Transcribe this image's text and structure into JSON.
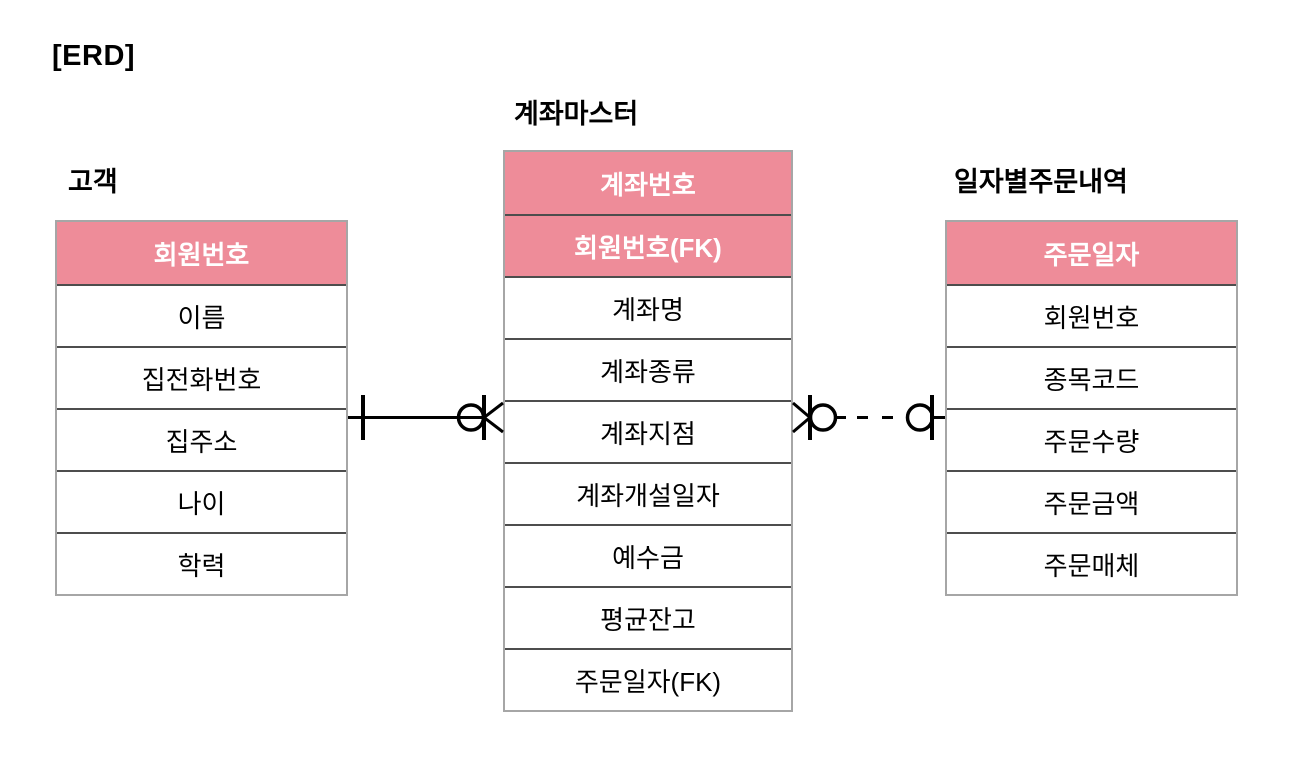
{
  "page": {
    "heading": "[ERD]"
  },
  "colors": {
    "header_pink": "#EE8C99",
    "header_text": "#FFFFFF",
    "cell_text": "#000000",
    "outer_border": "#A6A6A6",
    "row_divider": "#4D4D4D",
    "connector_color": "#000000",
    "canvas_bg": "#FFFFFF"
  },
  "entities": [
    {
      "title": "고객",
      "fields": [
        {
          "label": "회원번호",
          "key": true
        },
        {
          "label": "이름",
          "key": false
        },
        {
          "label": "집전화번호",
          "key": false
        },
        {
          "label": "집주소",
          "key": false
        },
        {
          "label": "나이",
          "key": false
        },
        {
          "label": "학력",
          "key": false
        }
      ]
    },
    {
      "title": "계좌마스터",
      "fields": [
        {
          "label": "계좌번호",
          "key": true
        },
        {
          "label": "회원번호(FK)",
          "key": true
        },
        {
          "label": "계좌명",
          "key": false
        },
        {
          "label": "계좌종류",
          "key": false
        },
        {
          "label": "계좌지점",
          "key": false
        },
        {
          "label": "계좌개설일자",
          "key": false
        },
        {
          "label": "예수금",
          "key": false
        },
        {
          "label": "평균잔고",
          "key": false
        },
        {
          "label": "주문일자(FK)",
          "key": false
        }
      ]
    },
    {
      "title": "일자별주문내역",
      "fields": [
        {
          "label": "주문일자",
          "key": true
        },
        {
          "label": "회원번호",
          "key": false
        },
        {
          "label": "종목코드",
          "key": false
        },
        {
          "label": "주문수량",
          "key": false
        },
        {
          "label": "주문금액",
          "key": false
        },
        {
          "label": "주문매체",
          "key": false
        }
      ]
    }
  ],
  "relations": [
    {
      "from": "고객",
      "to": "계좌마스터",
      "from_cardinality": "one",
      "to_cardinality": "zero-or-many",
      "line_style": "solid"
    },
    {
      "from": "계좌마스터",
      "to": "일자별주문내역",
      "from_cardinality": "zero-or-many",
      "to_cardinality": "zero-or-one",
      "line_style": "dashed"
    }
  ]
}
